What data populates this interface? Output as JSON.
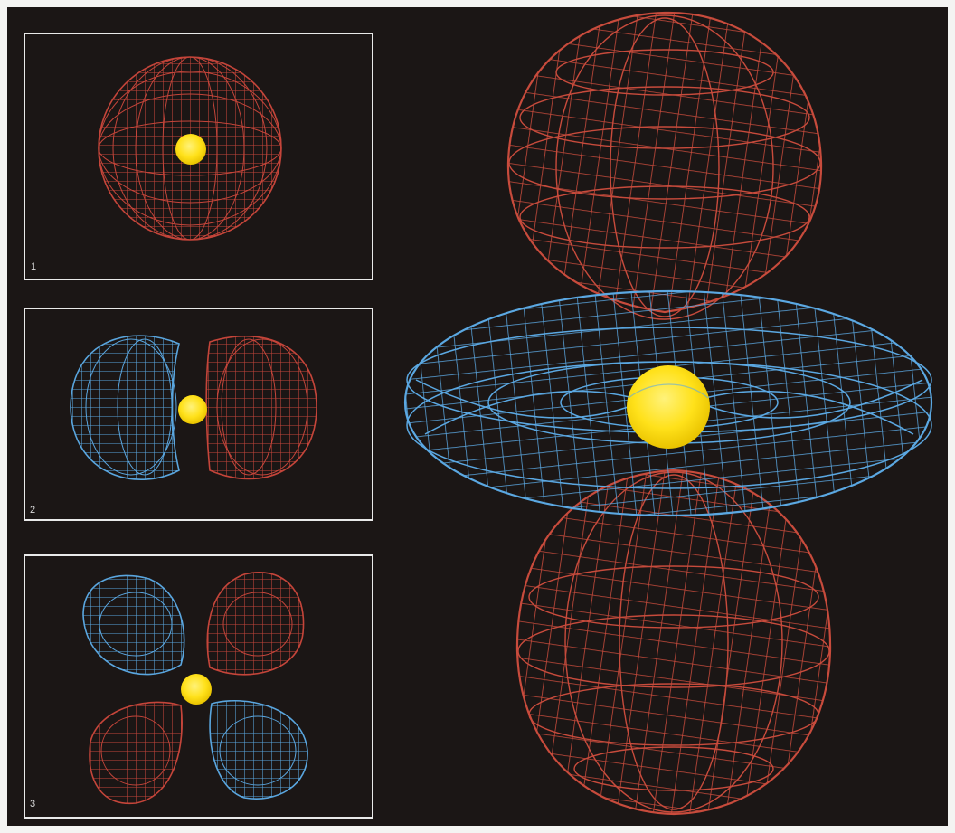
{
  "figure": {
    "panels": [
      {
        "label": "1",
        "orbital": "s-orbital",
        "lobes": [
          "red"
        ]
      },
      {
        "label": "2",
        "orbital": "p-orbital",
        "lobes": [
          "blue",
          "red"
        ]
      },
      {
        "label": "3",
        "orbital": "d-orbital-cloverleaf",
        "lobes": [
          "blue",
          "red",
          "red",
          "blue"
        ]
      }
    ],
    "main": {
      "orbital": "dz2-orbital",
      "lobes": [
        "red-top",
        "blue-torus",
        "red-bottom"
      ]
    }
  },
  "colors": {
    "background": "#1b1615",
    "frame": "#e9e9e9",
    "positive_lobe": "#c5453a",
    "negative_lobe": "#5aa6df",
    "nucleus": "#ffe11a",
    "page_margin": "#f4f4f2"
  }
}
